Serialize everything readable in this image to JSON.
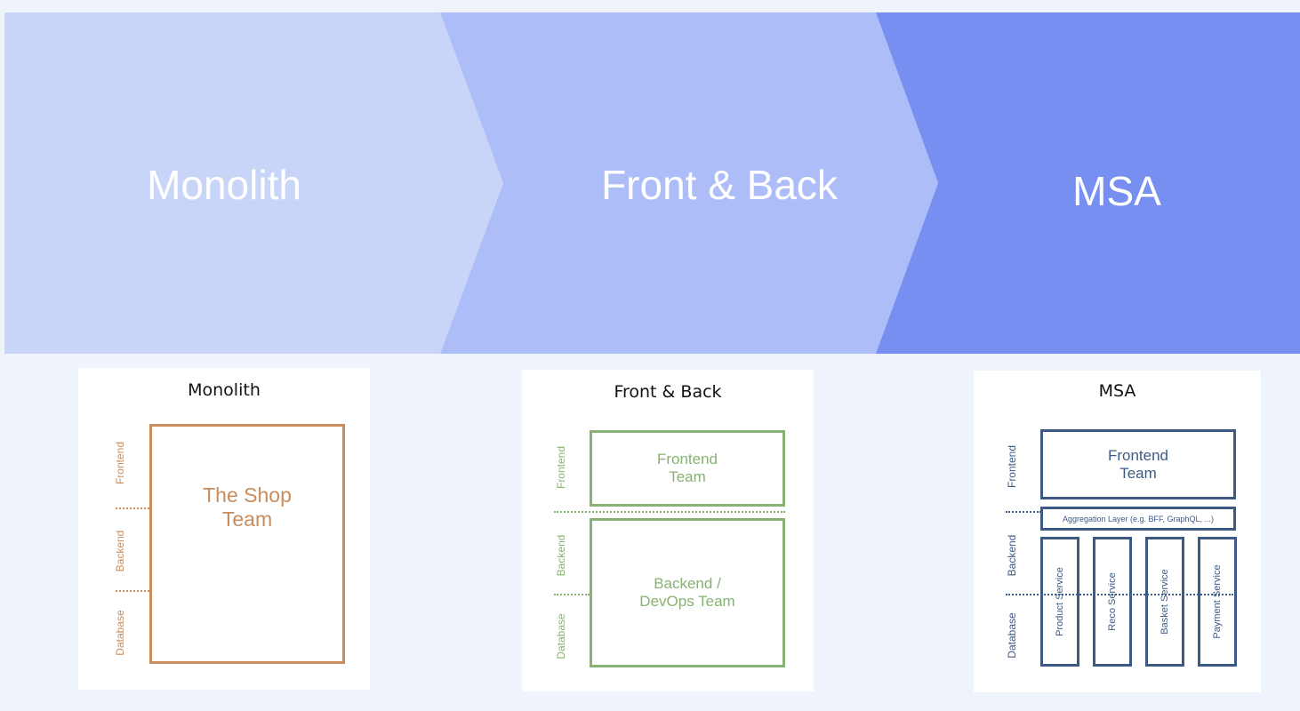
{
  "banner": {
    "stages": [
      {
        "label": "Monolith",
        "color": "#c8d5f8"
      },
      {
        "label": "Front & Back",
        "color": "#adbdf7"
      },
      {
        "label": "MSA",
        "color": "#778ff1"
      }
    ]
  },
  "cards": {
    "monolith": {
      "title": "Monolith",
      "accent": "#c98c5c",
      "layers": [
        "Frontend",
        "Backend",
        "Database"
      ],
      "team": "The Shop\nTeam"
    },
    "frontback": {
      "title": "Front & Back",
      "accent": "#88b272",
      "layers": [
        "Frontend",
        "Backend",
        "Database"
      ],
      "frontend_team": "Frontend\nTeam",
      "backend_team": "Backend /\nDevOps Team"
    },
    "msa": {
      "title": "MSA",
      "accent": "#3d5a85",
      "layers": [
        "Frontend",
        "Backend",
        "Database"
      ],
      "frontend_team": "Frontend\nTeam",
      "aggregation": "Aggregation Layer (e.g. BFF, GraphQL, ...)",
      "services": [
        "Product Service",
        "Reco Service",
        "Basket Service",
        "Payment Service"
      ]
    }
  }
}
